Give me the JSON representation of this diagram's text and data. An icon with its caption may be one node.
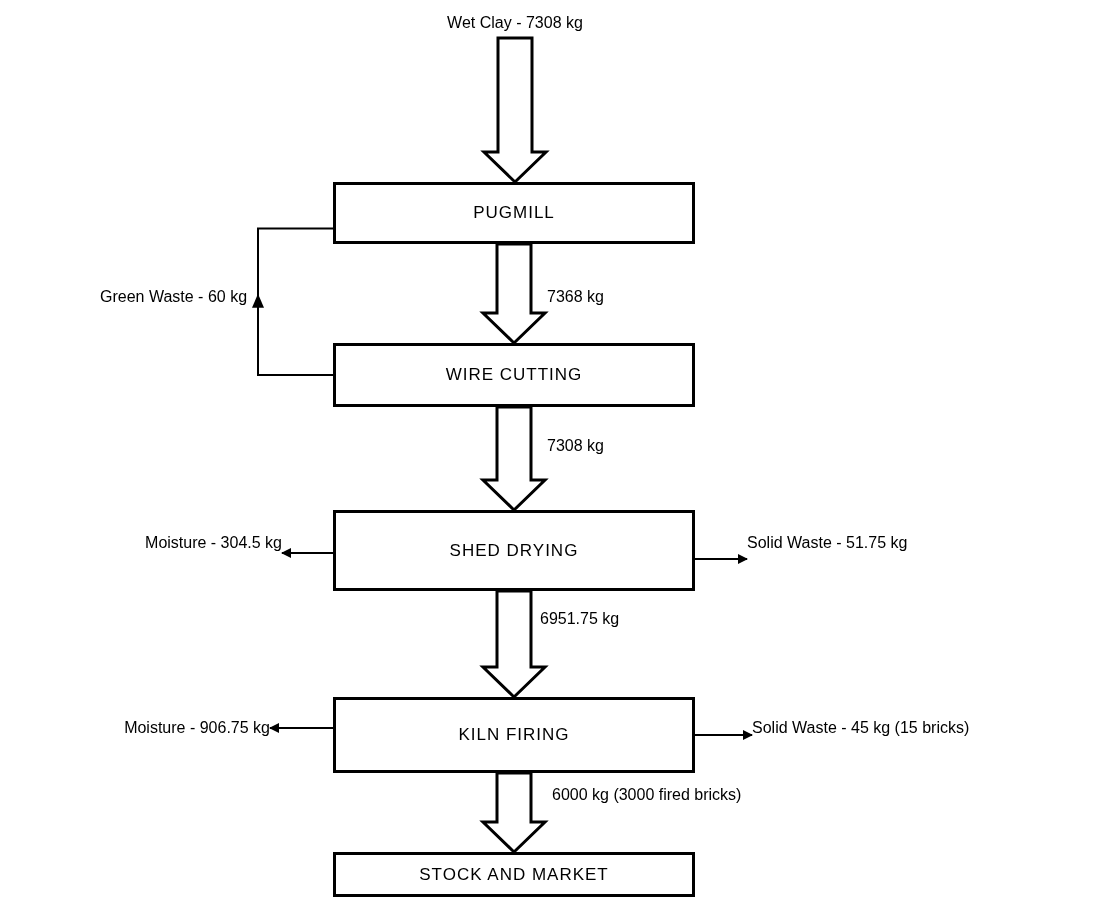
{
  "diagram": {
    "nodes": [
      {
        "text": [
          "Wet Clay - 7308 kg"
        ]
      },
      {
        "text": [
          "PUGMILL"
        ]
      },
      {
        "text": [
          "WIRE CUTTING"
        ]
      },
      {
        "text": [
          "Moisture - 304.5 kg"
        ]
      },
      {
        "text": [
          "SHED DRYING"
        ]
      },
      {
        "text": [
          "Solid Waste - 51.75 kg"
        ]
      },
      {
        "text": [
          "Moisture - 906.75 kg"
        ]
      },
      {
        "text": [
          "KILN FIRING"
        ]
      },
      {
        "text": [
          "Solid Waste - 45 kg (15 bricks)"
        ]
      },
      {
        "text": [
          "STOCK AND MARKET"
        ]
      }
    ],
    "edges": [
      {
        "from": 0,
        "to": 1,
        "arrow": "to",
        "style": "thick"
      },
      {
        "from": 1,
        "to": 2,
        "arrow": "to",
        "style": "thick",
        "label": "7368 kg"
      },
      {
        "from": 2,
        "to": 1,
        "arrow": "to",
        "label": "Green Waste - 60 kg"
      },
      {
        "from": 2,
        "to": 4,
        "arrow": "to",
        "style": "thick",
        "label": "7308 kg"
      },
      {
        "from": 4,
        "to": 3,
        "arrow": "to"
      },
      {
        "from": 4,
        "to": 5,
        "arrow": "to"
      },
      {
        "from": 4,
        "to": 7,
        "arrow": "to",
        "style": "thick",
        "label": "6951.75 kg"
      },
      {
        "from": 7,
        "to": 6,
        "arrow": "to"
      },
      {
        "from": 7,
        "to": 8,
        "arrow": "to"
      },
      {
        "from": 7,
        "to": 9,
        "arrow": "to",
        "style": "thick",
        "label": "6000 kg (3000 fired bricks)"
      }
    ]
  }
}
